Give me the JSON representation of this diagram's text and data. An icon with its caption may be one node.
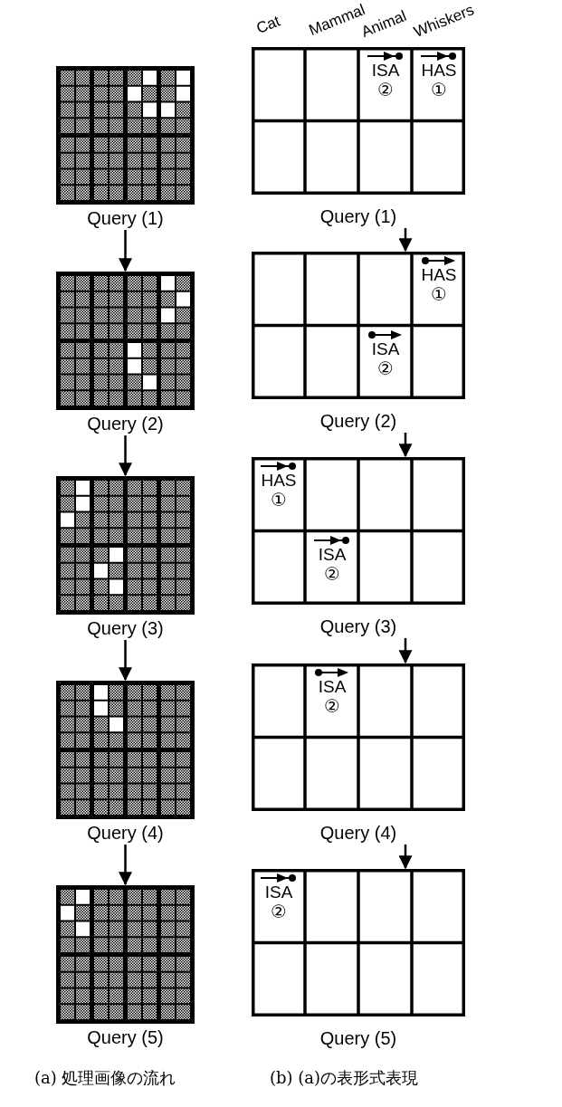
{
  "diagram": {
    "nodes": [
      {
        "text": [
          "Query (1)"
        ]
      },
      {
        "text": [
          "Query (2)"
        ]
      },
      {
        "text": [
          "Query (3)"
        ]
      },
      {
        "text": [
          "Query (4)"
        ]
      },
      {
        "text": [
          "Query (5)"
        ]
      },
      {
        "text": [
          "Query (1)"
        ]
      },
      {
        "text": [
          "ISA",
          "②"
        ],
        "in": 5
      },
      {
        "text": [
          "HAS",
          "①"
        ],
        "in": 5
      },
      {
        "text": [
          "Query (2)"
        ]
      },
      {
        "text": [
          "HAS",
          "①"
        ],
        "in": 8
      },
      {
        "text": [
          "ISA",
          "②"
        ],
        "in": 8
      },
      {
        "text": [
          "Query (3)"
        ]
      },
      {
        "text": [
          "HAS",
          "①"
        ],
        "in": 11
      },
      {
        "text": [
          "ISA",
          "②"
        ],
        "in": 11
      },
      {
        "text": [
          "Query (4)"
        ]
      },
      {
        "text": [
          "ISA",
          "②"
        ],
        "in": 14
      },
      {
        "text": [
          "Query (5)"
        ]
      },
      {
        "text": [
          "ISA",
          "②"
        ],
        "in": 16
      }
    ],
    "edges": [
      {
        "from": 0,
        "to": 1,
        "arrow": "to"
      },
      {
        "from": 1,
        "to": 2,
        "arrow": "to"
      },
      {
        "from": 2,
        "to": 3,
        "arrow": "to"
      },
      {
        "from": 3,
        "to": 4,
        "arrow": "to"
      },
      {
        "from": 5,
        "to": 8,
        "arrow": "to"
      },
      {
        "from": 8,
        "to": 11,
        "arrow": "to"
      },
      {
        "from": 11,
        "to": 14,
        "arrow": "to"
      },
      {
        "from": 14,
        "to": 16,
        "arrow": "to"
      }
    ],
    "labels": [
      "Cat",
      "Mammal",
      "Animal",
      "Whiskers",
      "(a) 処理画像の流れ",
      "(b) (a)の表形式表現"
    ]
  }
}
